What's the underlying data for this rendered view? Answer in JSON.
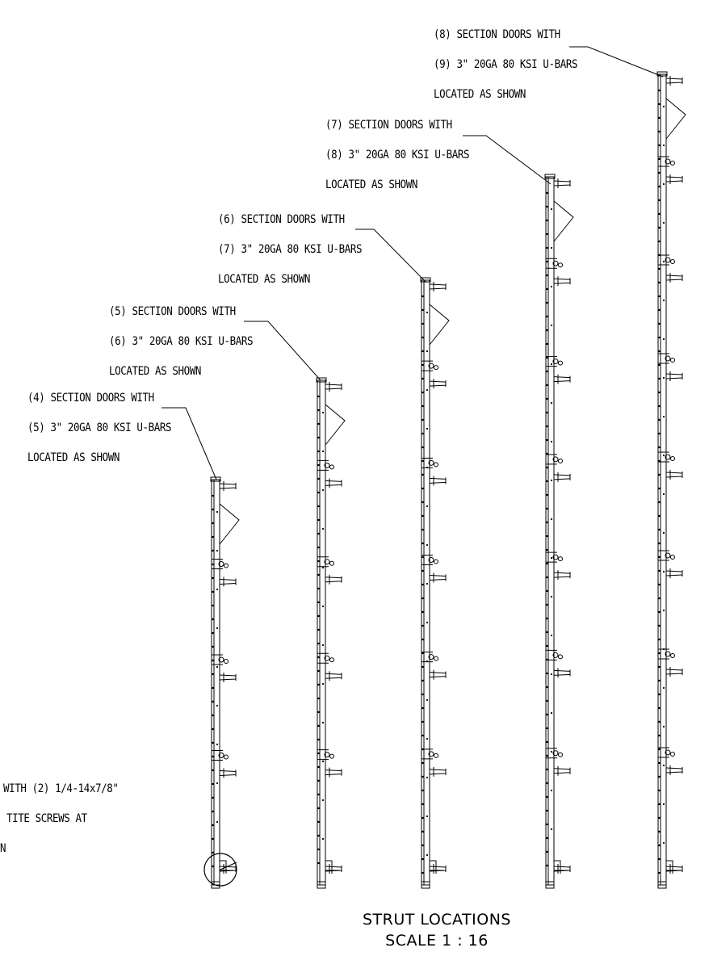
{
  "callouts": [
    {
      "id": "d4",
      "line1": "(4) SECTION DOORS WITH",
      "line2": "(5) 3\" 20GA 80 KSI U-BARS",
      "line3": "LOCATED AS SHOWN"
    },
    {
      "id": "d5",
      "line1": "(5) SECTION DOORS WITH",
      "line2": "(6) 3\" 20GA 80 KSI U-BARS",
      "line3": "LOCATED AS SHOWN"
    },
    {
      "id": "d6",
      "line1": "(6) SECTION DOORS WITH",
      "line2": "(7) 3\" 20GA 80 KSI U-BARS",
      "line3": "LOCATED AS SHOWN"
    },
    {
      "id": "d7",
      "line1": "(7) SECTION DOORS WITH",
      "line2": "(8) 3\" 20GA 80 KSI U-BARS",
      "line3": "LOCATED AS SHOWN"
    },
    {
      "id": "d8",
      "line1": "(8) SECTION DOORS WITH",
      "line2": "(9) 3\" 20GA 80 KSI U-BARS",
      "line3": "LOCATED AS SHOWN"
    }
  ],
  "partial_note": {
    "line1": "WITH (2) 1/4-14x7/8\"",
    "line2": "TITE SCREWS AT",
    "line3": "N"
  },
  "view": {
    "title": "STRUT LOCATIONS",
    "scale": "SCALE 1 : 16"
  },
  "struts": [
    {
      "id": "s4",
      "sections": 4,
      "ubars": 5
    },
    {
      "id": "s5",
      "sections": 5,
      "ubars": 6
    },
    {
      "id": "s6",
      "sections": 6,
      "ubars": 7
    },
    {
      "id": "s7",
      "sections": 7,
      "ubars": 8
    },
    {
      "id": "s8",
      "sections": 8,
      "ubars": 9
    }
  ],
  "colors": {
    "line": "#000000",
    "background": "#ffffff"
  }
}
